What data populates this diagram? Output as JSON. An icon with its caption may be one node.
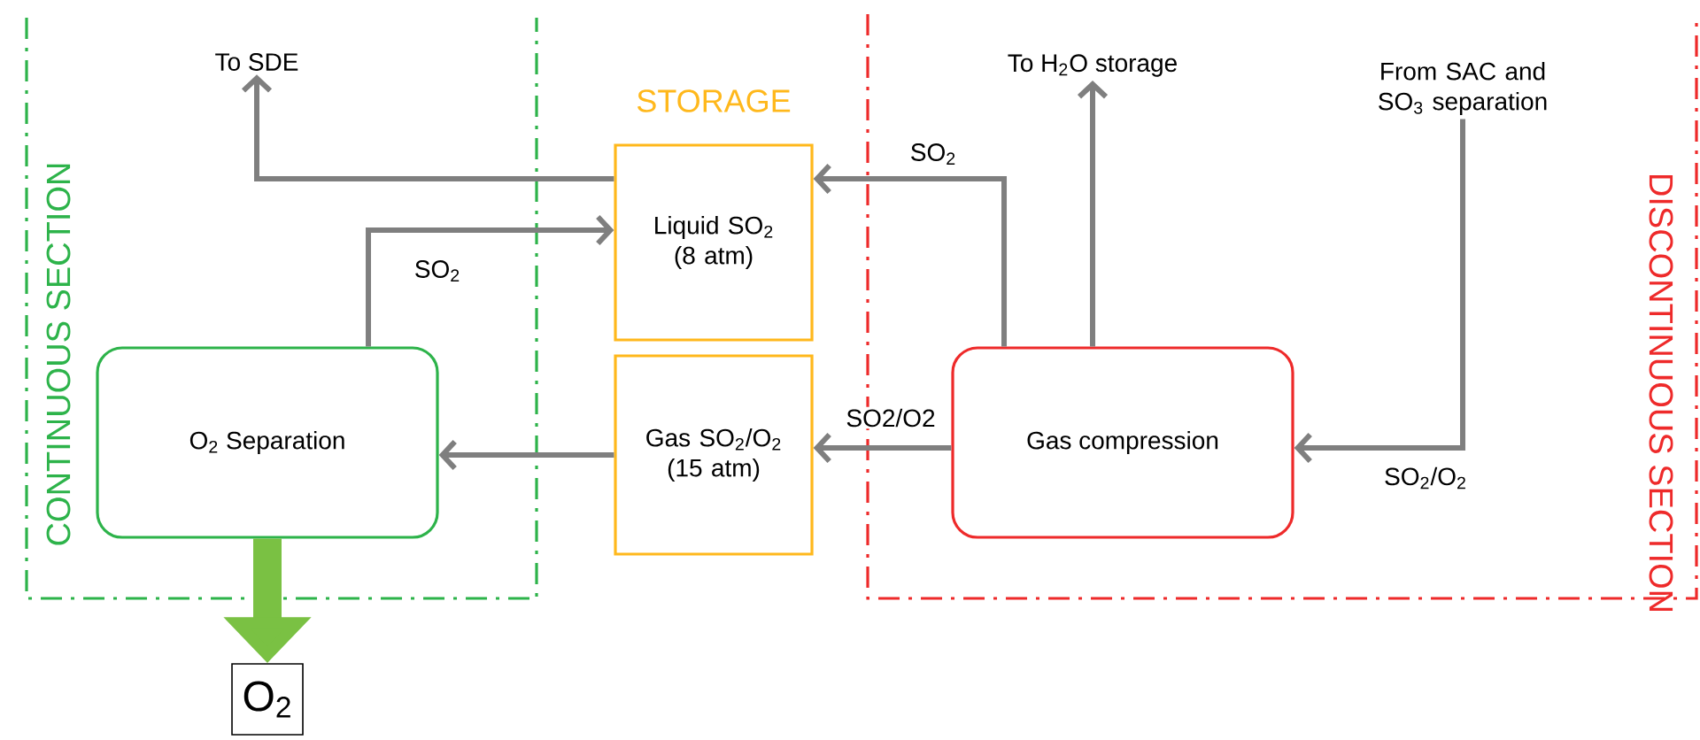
{
  "diagram": {
    "nodes": [
      {
        "text": [
          "CONTINUOUS SECTION"
        ]
      },
      {
        "text": [
          "O$_{2}$ Separation"
        ],
        "in": 0
      },
      {
        "text": [
          "Liquid SO$_{2}$ (8 atm)"
        ]
      },
      {
        "text": [
          "Gas SO$_{2}$/O$_{2}$ (15 atm)"
        ]
      },
      {
        "text": [
          "DISCONTINUOUS SECTION"
        ]
      },
      {
        "text": [
          "Gas compression"
        ],
        "in": 4
      },
      {
        "text": [
          "To SDE"
        ],
        "in": 0
      },
      {
        "text": [
          "To H$_{2}$O storage"
        ],
        "in": 4
      },
      {
        "text": [
          "From SAC and SO$_{3}$ separation"
        ],
        "in": 4
      },
      {
        "text": [
          "O$_{2}$"
        ]
      }
    ],
    "edges": [
      {
        "from": 2,
        "to": 6,
        "arrow": "to"
      },
      {
        "from": 1,
        "to": 2,
        "arrow": "to",
        "label": "SO$_{2}$"
      },
      {
        "from": 5,
        "to": 2,
        "arrow": "to",
        "label": "SO$_{2}$"
      },
      {
        "from": 5,
        "to": 7,
        "arrow": "to"
      },
      {
        "from": 8,
        "to": 5,
        "arrow": "to",
        "label": "SO$_{2}$/O$_{2}$"
      },
      {
        "from": 5,
        "to": 3,
        "arrow": "to",
        "label": "SO2/O2"
      },
      {
        "from": 3,
        "to": 1,
        "arrow": "to"
      },
      {
        "from": 1,
        "to": 9,
        "arrow": "to",
        "style": "thick",
        "color": "#7ac143"
      }
    ],
    "labels": [
      "STORAGE"
    ]
  }
}
